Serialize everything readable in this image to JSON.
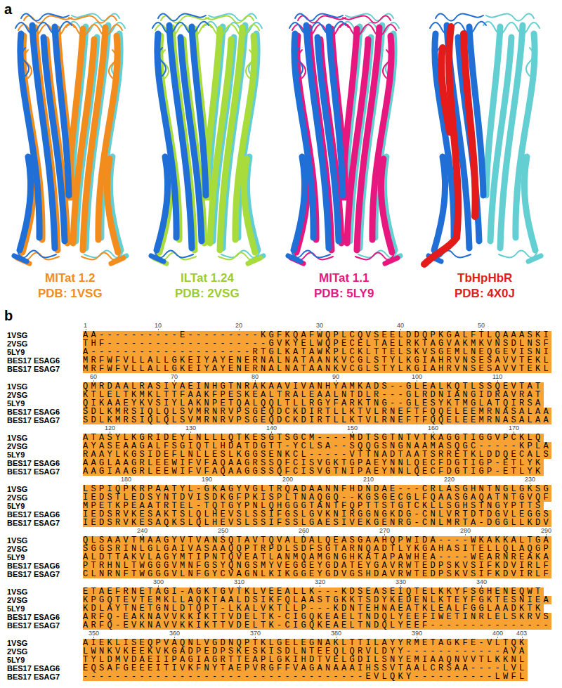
{
  "diagram": {
    "labels": [
      "a",
      "MITat 1.2",
      "PDB: 1VSG",
      "ILTat 1.24",
      "PDB: 2VSG",
      "MITat 1.1",
      "PDB: 5LY9",
      "TbHpHbR",
      "PDB: 4X0J",
      "b",
      "1",
      "10",
      "20",
      "30",
      "40",
      "50",
      "1VSG",
      "AA----------E---------KGFKQAFWQPLCQVSEELDDQPKGALFTLQAAASKI",
      "2VSG",
      "THF--------------------GVKYELWQPECELTAELRKTAGVAKMKVNSDLNSF",
      "5LY9",
      "A--------------------RTGLKATAWKPLCKLTTELSKVSGEMLNEQGEVISNI",
      "BES17 ESAG6",
      "MRFWFVLLALLGKEIYAYENERNALNATAANKVCGLSTYLKGIAHRVNSESAVVTEKL",
      "BES17 ESAG7",
      "MRFWFVLLALLGKEIYAYENERNALNATAANKVCGLSTYLKGIAHRVNSESAVVTEKL",
      "60",
      "70",
      "80",
      "90",
      "100",
      "110",
      "1VSG",
      "QMRDAALRASIYAEINHGTNRAKAAVIVANHYAMKADS--GLEALKQTLSSQEVTAT",
      "2VSG",
      "KTLELTKMKLTTFAAKFPESKEALTRALEAALNTDLR---GLRDNIANGIDRAVRAT",
      "5LY9",
      "QIKAAEYKVSIYLAKNPETQALQQLTLLRGYFARKTNG--GLESYKTMGLATQIRSA",
      "BES17 ESAG6",
      "SDLKMRSIQLQLSVMRNRVPSGEQDCKDIRTLLKTVLRNEFTFQQELEEMRNASALAA",
      "BES17 ESAG7",
      "SDLKMRSIQLQLSVMRNRVPSGEQDCKDIRTLLKTVLRNEFTFQQELEEMRNASALAA",
      "120",
      "130",
      "140",
      "150",
      "160",
      "170",
      "1VSG",
      "ATASYLKGRIDEYLNLLLQTKESGTSGCM----MDTSGTNTVTKAGGTIGGVPCKLQ",
      "2VSG",
      "AYASEAAGALFSGIQTLHDATDGTT-YCLSA--SQQGSNGNAAMASQGC-----KPLA",
      "5LY9",
      "RAAYLKGSIDEFLNLLESLKGGSENKCL-----VTTNADTAATSRRETKLDDQECALS",
      "BES17 ESAG6",
      "AAGLAAGRLEEWIFVFAQAAGRSSQFCISVGKTGPAEYNNLQECFDGTIGP-ETLYK",
      "BES17 ESAG7",
      "AAGIAAGRLEEWIFVFAQAAGGSSQFCISVGTNIPAEYNNLQECFDGTIGP-ETLYK",
      "180",
      "190",
      "200",
      "210",
      "220",
      "230",
      "1VSG",
      "LSPIQPKRPAATYL-GKAGYVGLTRQADAANNFHDNDAE---CRLASGHNTNGLGKSG",
      "2VSG",
      "IEDSTLEDSYNTDVISDKGFPKISPLTNAQGQ--KGSGECGLFQAASGAQATNTGVQF",
      "5LY9",
      "MPETKPEAATRTEL-TQTGYPNLQHGGGTANTFQPTTSTGTCKLLSGHSTNGYPTTS",
      "BES17 ESAG6",
      "IEDSRVKESAKTSLQLHEVSLSSIFGSLGVKNIRGGNGKDG-CNLVRTDTDGVLEGGS",
      "BES17 ESAG7",
      "IEDSRVKESAQKSLQLHEVSLSSIFSSLGAESIVEKGENRG-CNLMRTA-DGGLLKDV",
      "240",
      "250",
      "260",
      "270",
      "280",
      "290",
      "1VSG",
      "QLSAAVTMAAGYVTVANSQTAVTQVALDALQEASGAAHQPWIDA----WKAKKALTGA",
      "2VSG",
      "SGGSRINLGLGAIVASAAQQPTRPDLSDFSGTARNQADTLYKGAHASITELLQLAQGP",
      "5LY9",
      "ALDTTAKVLAGYMTIPNTQVEATLANMQAMGNGHKATAPAWHEA----WEARNREAKA",
      "BES17 ESAG6",
      "PTRHNLTWGGGVMNFGSYQNGSMYVEGGEYGDATEYGAVRWTEDPSKVSIFKDVIRLF",
      "BES17 ESAG7",
      "CLNRNFTWGGGVLNFGYCVAGNLKIKGGEYGDVGSHDAVRWTEDPSKVSIFKDVIRLF",
      "300",
      "310",
      "320",
      "330",
      "340",
      "1VSG",
      "ETAEFRNETAGI-AGKTGVTKLVEEALLK---KDSEASEIQTELKKYFSGHENEQWT",
      "2VSG",
      "KPGQTEVTEMKLLAQKTAALDSIKFQLAASTGKKTSDYKEDENLKTEYFGKTESNIEA",
      "5LY9",
      "KDLAYTNETGNLDTQPT-LKALVKTLLP---KDNTEHNAEATKLEALFGGLAADKTK",
      "BES17 ESAG6",
      "ARFQ-EAKNAVVKKIKTTVDELTK-CIGQKEAELTNDQLYEEFIWETINRLELSKRVS",
      "BES17 ESAG7",
      "ARFQ-EVKNAVVKKIKTTVDELTK-CIGQKEAELTNDQLYEEF---------------",
      "350",
      "360",
      "370",
      "380",
      "390",
      "400",
      "403",
      "1VSG",
      "AIEKLISEQPVAQNLVGDNQPTKLGELEGNAKLTTILAYYRMETAGKFE-VLTQK",
      "2VSG",
      "LWNKVKEEKVKGADPEDPSKESKISDLNTEEQLQRVLDYY------------AVA",
      "5LY9",
      "TYLDMVDAEIIPAGIAGRTTEAPLGKIHDTVELGDILSNYEMIAAQNVVTLKKNL",
      "BES17 ESAG6",
      "EQSAFGEEEITIVKFNYTAEPVRGFFVAGANAAAIHSSVTAALCRSAA----LVL",
      "BES17 ESAG7",
      "-----------------------------------EVLQKY----------LWFL"
    ]
  }
}
